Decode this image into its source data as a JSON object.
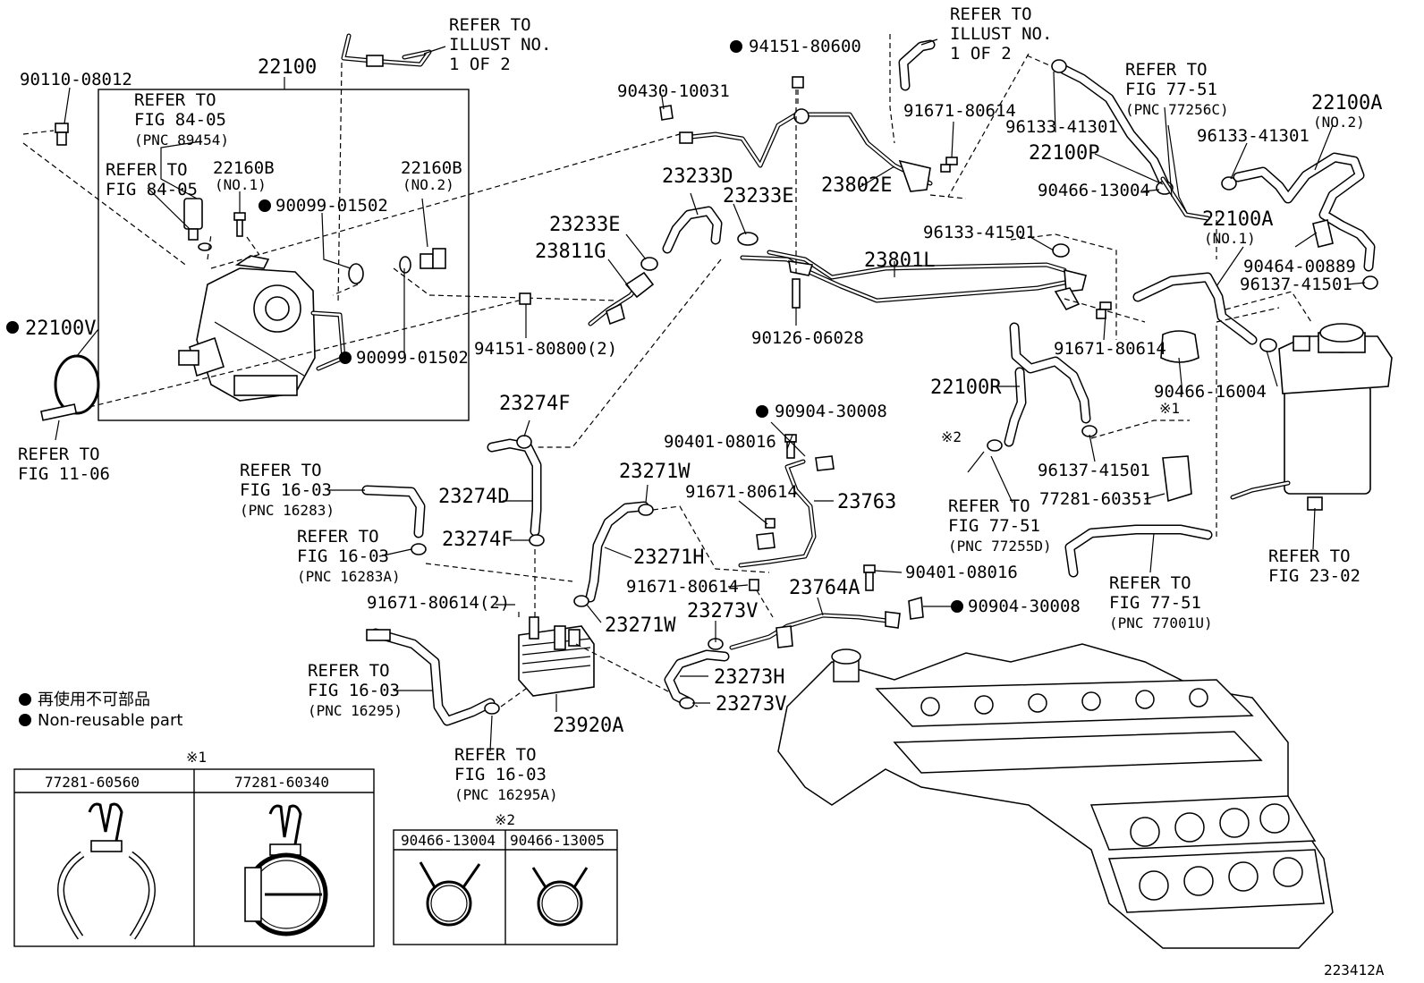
{
  "diagram": {
    "figure_id": "223412A",
    "labels": {
      "p22100": "22100",
      "p22100V": "22100V",
      "p90110": "90110-08012",
      "p22160B_1": "22160B",
      "p22160B_1_sub": "(NO.1)",
      "p22160B_2": "22160B",
      "p22160B_2_sub": "(NO.2)",
      "p90099_a": "90099-01502",
      "p90099_b": "90099-01502",
      "p94151_806": "94151-80600",
      "p94151_808": "94151-80800(2)",
      "p90430": "90430-10031",
      "p23233D": "23233D",
      "p23233E_a": "23233E",
      "p23233E_b": "23233E",
      "p23811G": "23811G",
      "p91671_a": "91671-80614",
      "p91671_b": "91671-80614",
      "p91671_c": "91671-80614",
      "p91671_d": "91671-80614",
      "p91671_e": "91671-80614(2)",
      "p23802E": "23802E",
      "p96133_41301a": "96133-41301",
      "p96133_41301b": "96133-41301",
      "p22100P": "22100P",
      "p90466_13004": "90466-13004",
      "p22100A_2": "22100A",
      "p22100A_2_sub": "(NO.2)",
      "p22100A_1": "22100A",
      "p22100A_1_sub": "(NO.1)",
      "p96133_41501": "96133-41501",
      "p23801L": "23801L",
      "p90126": "90126-06028",
      "p90464": "90464-00889",
      "p96137_a": "96137-41501",
      "p96137_b": "96137-41501",
      "p90466_16004": "90466-16004",
      "p22100R": "22100R",
      "p77281_60351": "77281-60351",
      "p23274F_a": "23274F",
      "p23274F_b": "23274F",
      "p23274D": "23274D",
      "p90904_a": "90904-30008",
      "p90904_b": "90904-30008",
      "p90401_a": "90401-08016",
      "p90401_b": "90401-08016",
      "p23763": "23763",
      "p23271W_a": "23271W",
      "p23271W_b": "23271W",
      "p23271H": "23271H",
      "p23764A": "23764A",
      "p23273V_a": "23273V",
      "p23273V_b": "23273V",
      "p23273H": "23273H",
      "p23920A": "23920A",
      "mark1": "※1",
      "mark2": "※2"
    },
    "refs": {
      "illust_a": [
        "REFER TO",
        "ILLUST NO.",
        "1 OF 2"
      ],
      "illust_b": [
        "REFER TO",
        "ILLUST NO.",
        "1 OF 2"
      ],
      "fig8405_a": [
        "REFER TO",
        "FIG 84-05",
        "(PNC 89454)"
      ],
      "fig8405_b": [
        "REFER TO",
        "FIG 84-05"
      ],
      "fig1106": [
        "REFER TO",
        "FIG 11-06"
      ],
      "fig7751_c": [
        "REFER TO",
        "FIG 77-51",
        "(PNC 77256C)"
      ],
      "fig7751_d": [
        "REFER TO",
        "FIG 77-51",
        "(PNC 77255D)"
      ],
      "fig7751_u": [
        "REFER TO",
        "FIG 77-51",
        "(PNC 77001U)"
      ],
      "fig2302": [
        "REFER TO",
        "FIG 23-02"
      ],
      "fig1603_a": [
        "REFER TO",
        "FIG 16-03",
        "(PNC 16283)"
      ],
      "fig1603_b": [
        "REFER TO",
        "FIG 16-03",
        "(PNC 16283A)"
      ],
      "fig1603_c": [
        "REFER TO",
        "FIG 16-03",
        "(PNC 16295)"
      ],
      "fig1603_d": [
        "REFER TO",
        "FIG 16-03",
        "(PNC 16295A)"
      ]
    },
    "legend": {
      "line_jp": "再使用不可部品",
      "line_en": "Non-reusable part"
    },
    "table1": {
      "mark": "※1",
      "col1": "77281-60560",
      "col2": "77281-60340"
    },
    "table2": {
      "mark": "※2",
      "col1": "90466-13004",
      "col2": "90466-13005"
    }
  }
}
